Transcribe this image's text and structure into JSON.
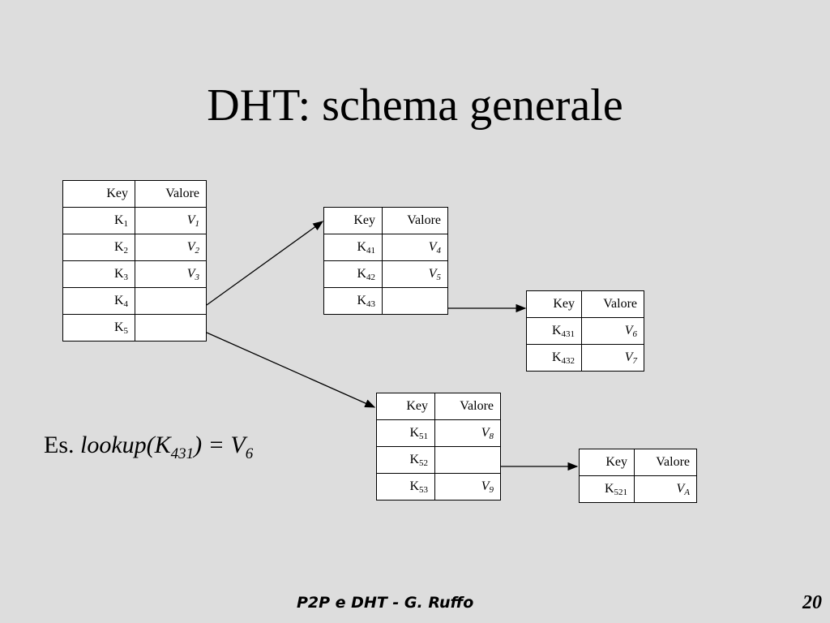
{
  "title": "DHT: schema generale",
  "headers": {
    "key": "Key",
    "value": "Valore"
  },
  "tables": {
    "root": [
      {
        "k": "K",
        "ksub": "1",
        "v": "V",
        "vsub": "1"
      },
      {
        "k": "K",
        "ksub": "2",
        "v": "V",
        "vsub": "2"
      },
      {
        "k": "K",
        "ksub": "3",
        "v": "V",
        "vsub": "3"
      },
      {
        "k": "K",
        "ksub": "4",
        "v": "",
        "vsub": ""
      },
      {
        "k": "K",
        "ksub": "5",
        "v": "",
        "vsub": ""
      }
    ],
    "t4": [
      {
        "k": "K",
        "ksub": "41",
        "v": "V",
        "vsub": "4"
      },
      {
        "k": "K",
        "ksub": "42",
        "v": "V",
        "vsub": "5"
      },
      {
        "k": "K",
        "ksub": "43",
        "v": "",
        "vsub": ""
      }
    ],
    "t43": [
      {
        "k": "K",
        "ksub": "431",
        "v": "V",
        "vsub": "6"
      },
      {
        "k": "K",
        "ksub": "432",
        "v": "V",
        "vsub": "7"
      }
    ],
    "t5": [
      {
        "k": "K",
        "ksub": "51",
        "v": "V",
        "vsub": "8"
      },
      {
        "k": "K",
        "ksub": "52",
        "v": "",
        "vsub": ""
      },
      {
        "k": "K",
        "ksub": "53",
        "v": "V",
        "vsub": "9"
      }
    ],
    "t52": [
      {
        "k": "K",
        "ksub": "521",
        "v": "V",
        "vsub": "A"
      }
    ]
  },
  "example": {
    "prefix": "Es.",
    "expr": "lookup(K",
    "expr_sub": "431",
    "expr_end": ") = V",
    "result_sub": "6"
  },
  "footer": "P2P e DHT - G. Ruffo",
  "page_number": "20"
}
